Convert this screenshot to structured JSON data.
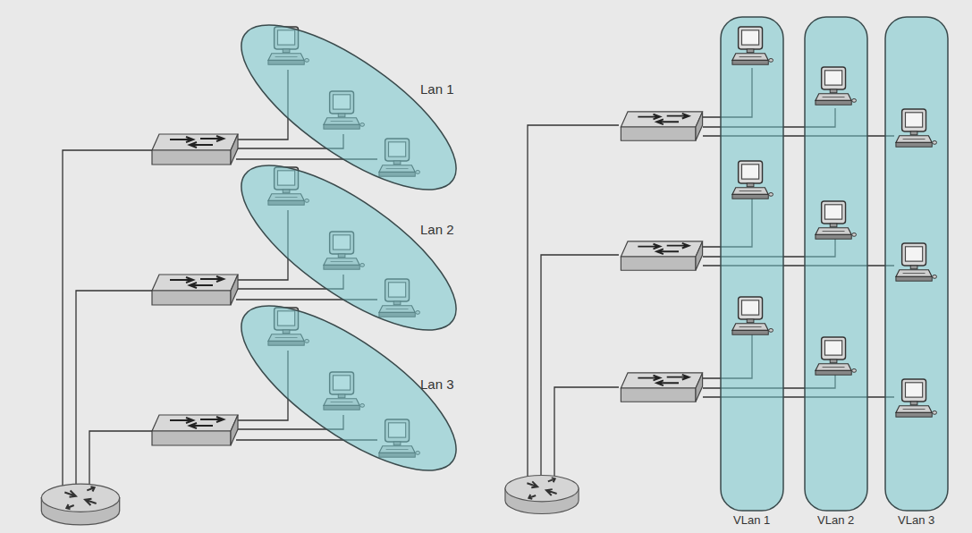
{
  "diagram": {
    "nodes": [
      {
        "text": [
          "Lan 1"
        ]
      },
      {
        "text": [
          "Lan 2"
        ]
      },
      {
        "text": [
          "Lan 3"
        ]
      },
      {
        "text": [
          "VLan 1"
        ]
      },
      {
        "text": [
          "VLan 2"
        ]
      },
      {
        "text": [
          "VLan 3"
        ]
      }
    ]
  }
}
